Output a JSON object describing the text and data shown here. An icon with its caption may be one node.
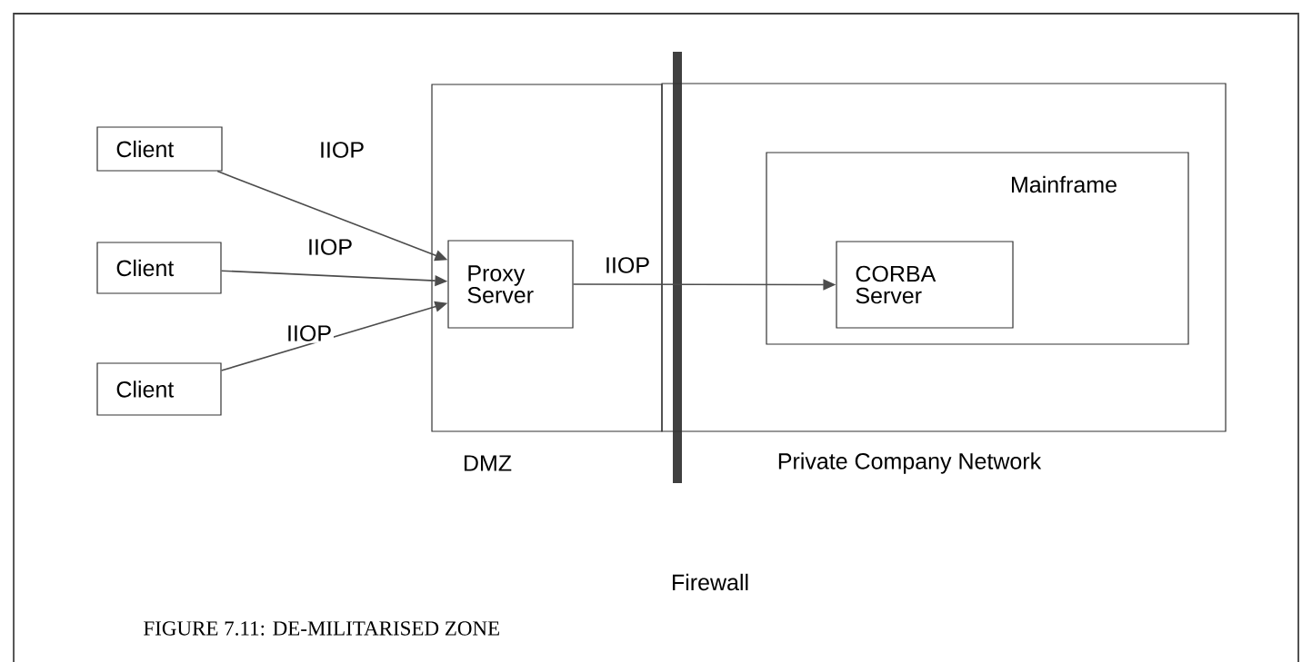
{
  "diagram": {
    "caption": "FIGURE 7.11: DE-MILITARISED ZONE",
    "nodes": [
      {
        "text": [
          "Client"
        ]
      },
      {
        "text": [
          "Client"
        ]
      },
      {
        "text": [
          "Client"
        ]
      },
      {
        "text": [
          "DMZ"
        ]
      },
      {
        "text": [
          "Proxy Server"
        ],
        "in": 3
      },
      {
        "text": [
          "Private Company Network"
        ]
      },
      {
        "text": [
          "Mainframe"
        ],
        "in": 5
      },
      {
        "text": [
          "CORBA Server"
        ],
        "in": 6
      }
    ],
    "edges": [
      {
        "from": 0,
        "to": 4,
        "arrow": "to",
        "label": "IIOP"
      },
      {
        "from": 1,
        "to": 4,
        "arrow": "to",
        "label": "IIOP"
      },
      {
        "from": 2,
        "to": 4,
        "arrow": "to",
        "label": "IIOP"
      },
      {
        "from": 4,
        "to": 7,
        "arrow": "to",
        "label": "IIOP"
      }
    ],
    "labels": [
      "Firewall"
    ]
  }
}
